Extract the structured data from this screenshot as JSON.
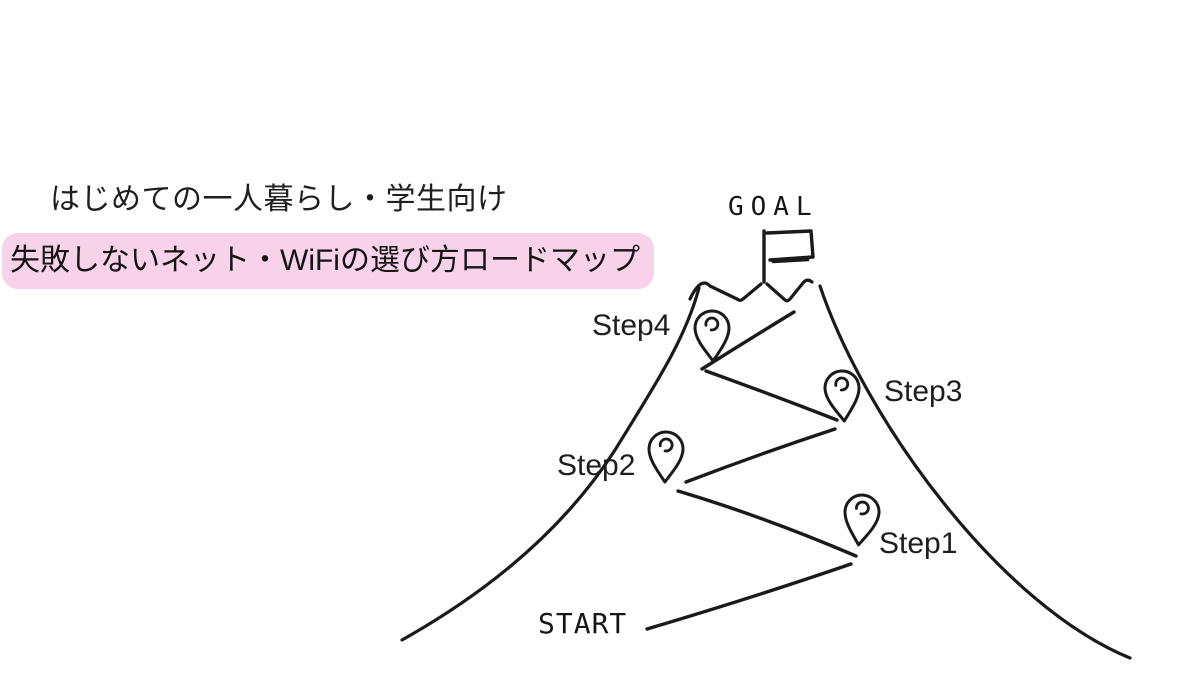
{
  "page": {
    "background_color": "#ffffff",
    "ink_color": "#1a1a1a"
  },
  "header": {
    "subtitle": "はじめての一人暮らし・学生向け",
    "title": "失敗しないネット・WiFiの選び方ロードマップ",
    "title_highlight_color": "#F8D2E8"
  },
  "roadmap": {
    "type": "mountain-path-illustration",
    "start_label": "START",
    "goal_label": "GOAL",
    "goal_icon": "flag-icon",
    "steps": [
      {
        "label": "Step1",
        "icon": "map-pin-icon"
      },
      {
        "label": "Step2",
        "icon": "map-pin-icon"
      },
      {
        "label": "Step3",
        "icon": "map-pin-icon"
      },
      {
        "label": "Step4",
        "icon": "map-pin-icon"
      }
    ]
  }
}
